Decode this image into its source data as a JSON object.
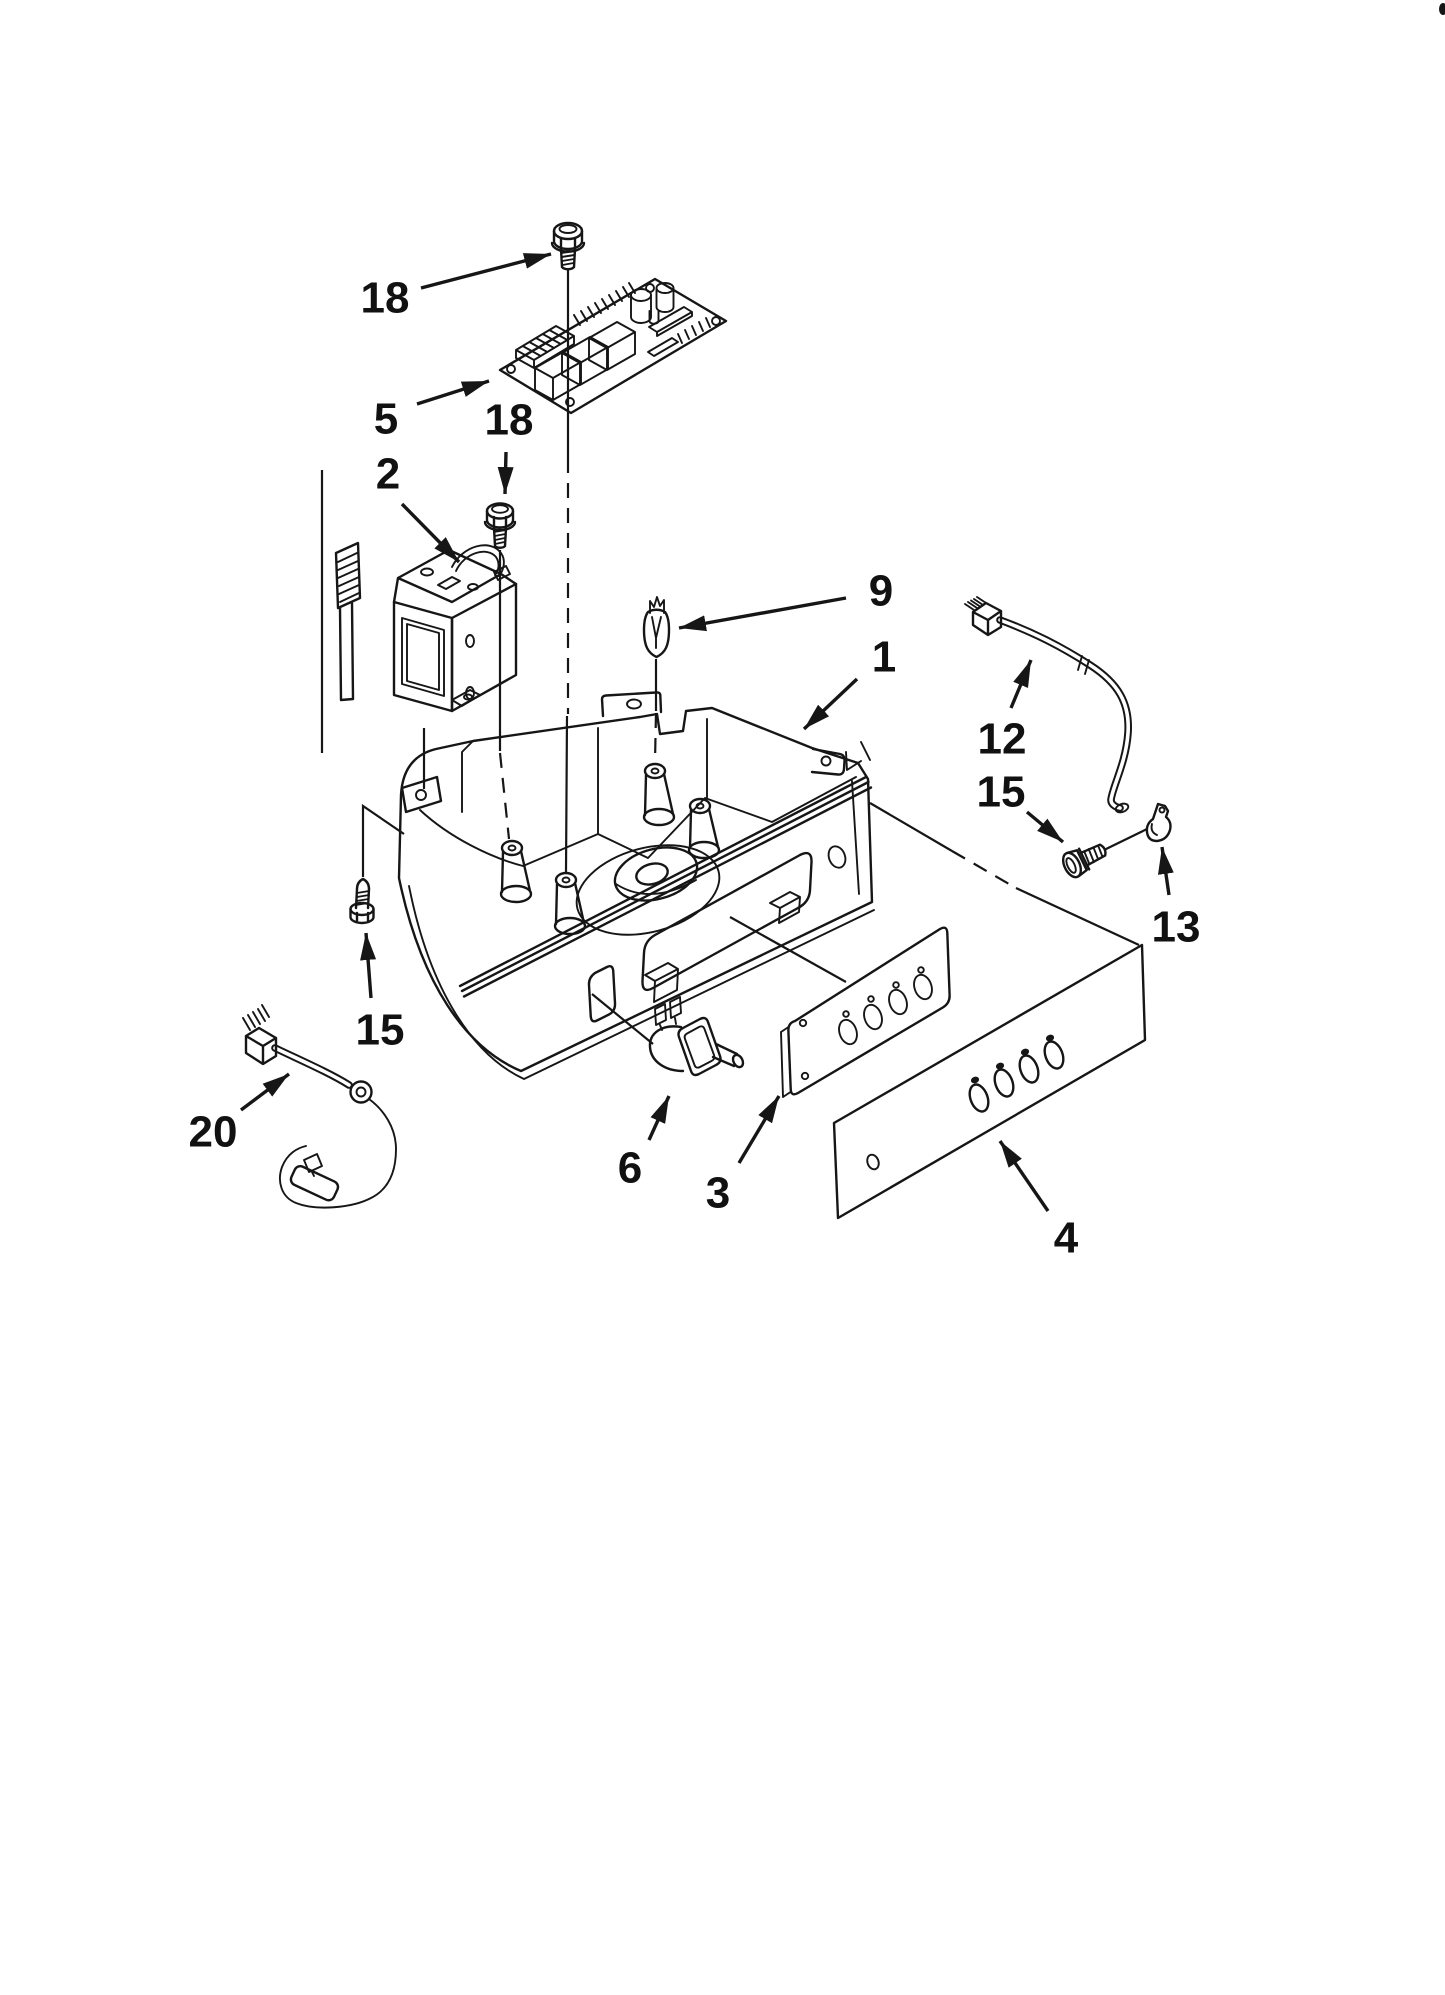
{
  "diagram": {
    "background_color": "#ffffff",
    "line_color": "#161616",
    "callouts": [
      {
        "id": "screw-top",
        "number": "18"
      },
      {
        "id": "control-board",
        "number": "5"
      },
      {
        "id": "screw-lower",
        "number": "18"
      },
      {
        "id": "transformer",
        "number": "2"
      },
      {
        "id": "bulb",
        "number": "9"
      },
      {
        "id": "control-pan",
        "number": "1"
      },
      {
        "id": "wire-harness",
        "number": "12"
      },
      {
        "id": "screw-right",
        "number": "15"
      },
      {
        "id": "clip",
        "number": "13"
      },
      {
        "id": "screw-left",
        "number": "15"
      },
      {
        "id": "sensor-harness",
        "number": "20"
      },
      {
        "id": "switch",
        "number": "6"
      },
      {
        "id": "membrane-panel",
        "number": "3"
      },
      {
        "id": "end-panel",
        "number": "4"
      }
    ]
  }
}
